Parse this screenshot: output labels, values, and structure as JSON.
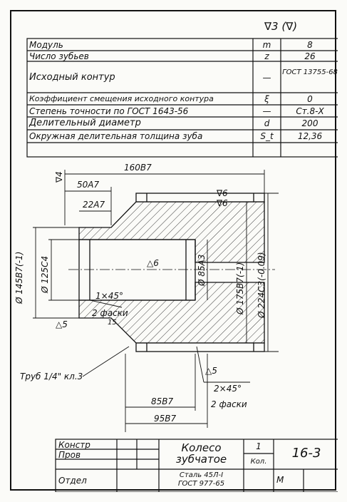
{
  "roughness_general": "∇3 (∇)",
  "params": [
    {
      "name": "Модуль",
      "symbol": "m",
      "value": "8"
    },
    {
      "name": "Число зубьев",
      "symbol": "z",
      "value": "26"
    },
    {
      "name": "Исходный контур",
      "symbol": "—",
      "value": "ГОСТ 13755-68"
    },
    {
      "name": "Коэффициент смещения исходного контура",
      "symbol": "ξ",
      "value": "0"
    },
    {
      "name": "Степень точности по ГОСТ  1643-56",
      "symbol": "—",
      "value": "Ст.8-Х"
    },
    {
      "name": "Делительный диаметр",
      "symbol": "d",
      "value": "200"
    },
    {
      "name": "Окружная делительная толщина зуба",
      "symbol": "S_t",
      "value": "12,36"
    }
  ],
  "dims": {
    "d1": "160В7",
    "d2": "50А7",
    "d3": "22А7",
    "d4": "Ø 145В7(-1)",
    "d5": "Ø 125С4",
    "d6": "Ø 85А3",
    "d7": "Ø 175В7(-1)",
    "d8": "Ø 224С3(-0.09)",
    "d9": "85В7",
    "d10": "95В7",
    "chamfer1a": "1×45°",
    "chamfer1b": "2 фаски",
    "chamfer2a": "2×45°",
    "chamfer2b": "2 фаски",
    "r_left": "∇4",
    "r_top1": "∇6",
    "r_top2": "∇6",
    "r_bore": "△6",
    "r_low1": "△5",
    "r_low2": "△5",
    "r15": "15",
    "pipe": "Труб 1/4\" кл.3"
  },
  "title_block": {
    "row1": "Констр",
    "row2": "Пров",
    "row3": "Отдел",
    "name_l1": "Колесо",
    "name_l2": "зубчатое",
    "qty": "1",
    "qty_label": "Кол.",
    "number": "16-3",
    "mat_l1": "Сталь 45Л-I",
    "mat_l2": "ГОСТ 977-65",
    "scale": "М"
  }
}
